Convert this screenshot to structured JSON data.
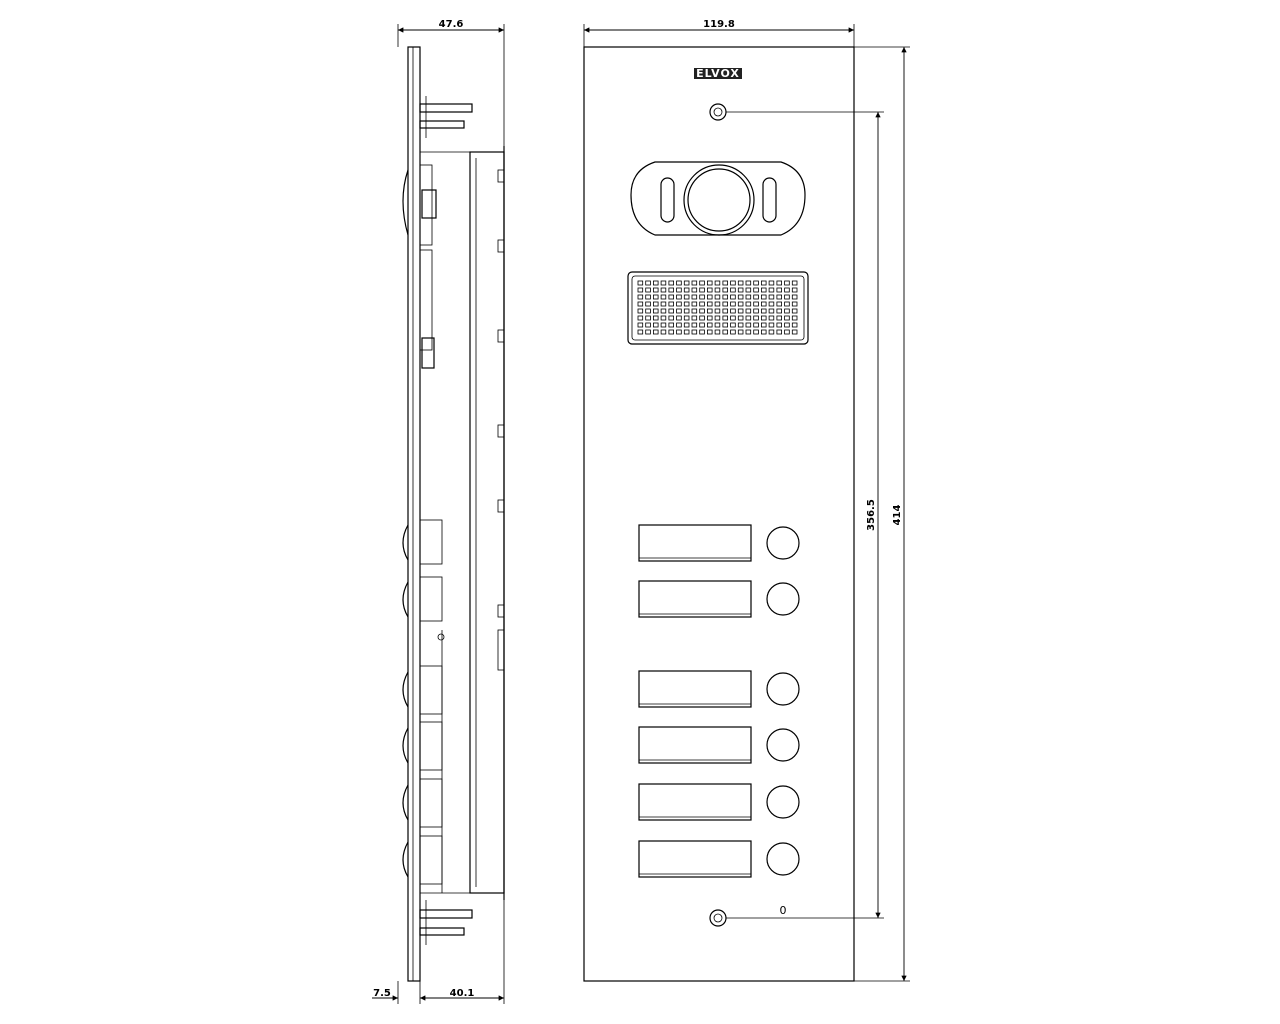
{
  "dimensions": {
    "side_width": "47.6",
    "front_width": "119.8",
    "screw_spacing": "356.5",
    "total_height": "414",
    "plate_thickness": "7.5",
    "box_depth": "40.1"
  },
  "front_panel": {
    "brand_logo": "ELVOX",
    "led_mark": "0",
    "button_groups": [
      2,
      4
    ]
  }
}
